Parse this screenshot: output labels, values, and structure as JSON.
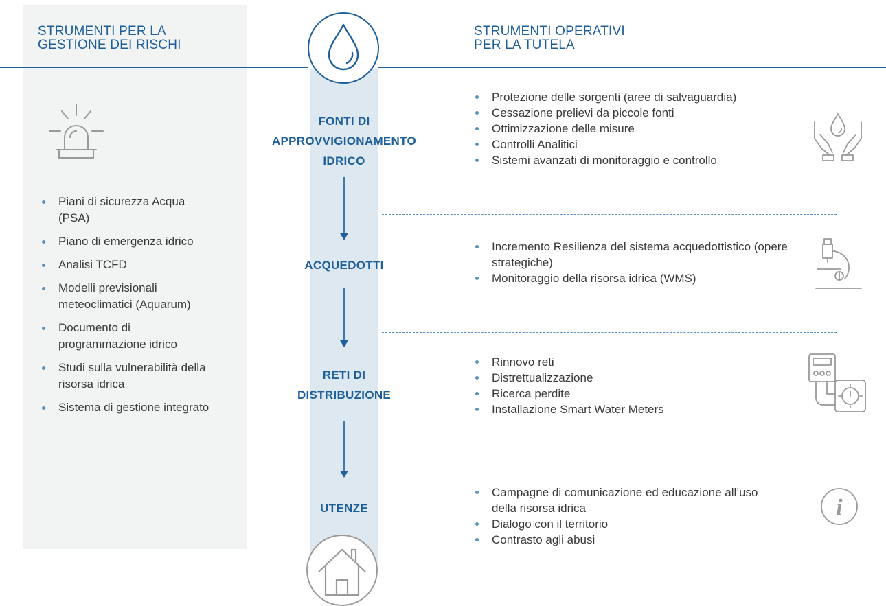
{
  "left_heading": [
    "STRUMENTI PER LA",
    "GESTIONE DEI RISCHI"
  ],
  "right_heading": [
    "STRUMENTI OPERATIVI",
    "PER LA TUTELA"
  ],
  "risk_tools": [
    "Piani di sicurezza Acqua (PSA)",
    "Piano di emergenza idrico",
    "Analisi TCFD",
    "Modelli previsionali meteoclimatici (Aquarum)",
    "Documento di programmazione idrico",
    "Studi sulla vulnerabilità della risorsa idrica",
    "Sistema di gestione integrato"
  ],
  "stages": [
    {
      "lines": [
        "FONTI DI",
        "APPROVVIGIONAMENTO",
        "IDRICO"
      ],
      "icon": "hands-water-drop-icon",
      "items": [
        "Protezione delle sorgenti (aree di salvaguardia)",
        "Cessazione prelievi da piccole fonti",
        "Ottimizzazione delle misure",
        "Controlli Analitici",
        "Sistemi avanzati di monitoraggio e controllo"
      ]
    },
    {
      "lines": [
        "ACQUEDOTTI"
      ],
      "icon": "microscope-icon",
      "items": [
        "Incremento Resilienza del sistema acquedottistico (opere strategiche)",
        "Monitoraggio della risorsa idrica (WMS)"
      ]
    },
    {
      "lines": [
        "RETI DI",
        "DISTRIBUZIONE"
      ],
      "icon": "water-meter-icon",
      "items": [
        "Rinnovo reti",
        "Distrettualizzazione",
        "Ricerca perdite",
        "Installazione Smart Water Meters"
      ]
    },
    {
      "lines": [
        "UTENZE"
      ],
      "icon": "info-icon",
      "items": [
        "Campagne di comunicazione ed educazione all’uso della risorsa idrica",
        "Dialogo con il territorio",
        "Contrasto agli abusi"
      ]
    }
  ],
  "icons": {
    "top": "water-drop-icon",
    "bottom": "house-icon",
    "risk": "alarm-siren-icon"
  },
  "colors": {
    "accent": "#1f5f99",
    "spine": "#dde8f1",
    "panel": "#f2f3f3",
    "icon_gray": "#9a9a9a"
  }
}
